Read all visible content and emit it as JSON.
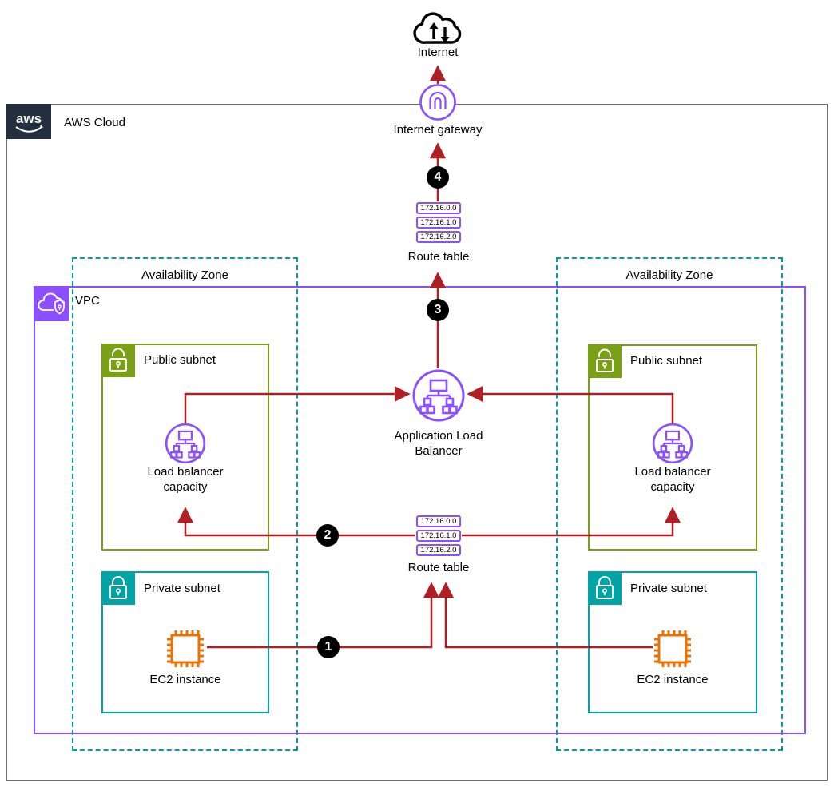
{
  "colors": {
    "aws_dark": "#232F3E",
    "aws_border": "#6b6e73",
    "vpc_purple": "#8C4FFF",
    "az_teal_dashed": "#089B9E",
    "public_green": "#7AA116",
    "private_teal": "#00A4A6",
    "ec2_orange": "#ED7100",
    "arrow_red": "#AF1F23",
    "badge_black": "#000000"
  },
  "internet": {
    "label": "Internet"
  },
  "internet_gateway": {
    "label": "Internet gateway"
  },
  "aws_cloud": {
    "label": "AWS Cloud",
    "logo_text": "aws"
  },
  "vpc": {
    "label": "VPC"
  },
  "availability_zone": {
    "label": "Availability Zone"
  },
  "public_subnet": {
    "label": "Public subnet"
  },
  "private_subnet": {
    "label": "Private subnet"
  },
  "route_table": {
    "label": "Route table",
    "rows": [
      "172.16.0.0",
      "172.16.1.0",
      "172.16.2.0"
    ]
  },
  "alb": {
    "label_line1": "Application Load",
    "label_line2": "Balancer"
  },
  "lb_capacity": {
    "label_line1": "Load balancer",
    "label_line2": "capacity"
  },
  "ec2": {
    "label": "EC2 instance"
  },
  "badges": {
    "step1": "1",
    "step2": "2",
    "step3": "3",
    "step4": "4"
  }
}
